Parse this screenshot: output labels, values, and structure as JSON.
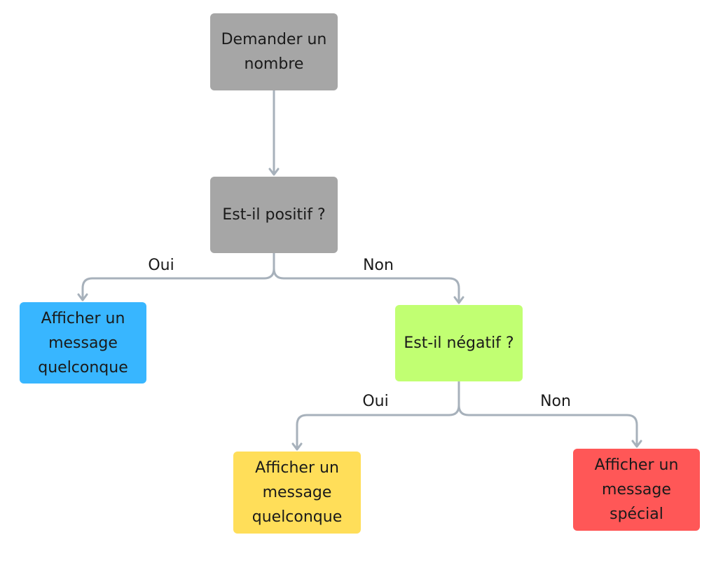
{
  "colors": {
    "connector": "#a7b1bb",
    "gray_node": "#a6a6a6",
    "blue_node": "#38b6ff",
    "green_node": "#c1ff72",
    "yellow_node": "#ffde59",
    "red_node": "#ff5757",
    "text": "#1a1a1a"
  },
  "nodes": {
    "ask_number": {
      "label": "Demander un\nnombre",
      "color": "#a6a6a6"
    },
    "is_positive": {
      "label": "Est-il positif ?",
      "color": "#a6a6a6"
    },
    "message_any_1": {
      "label": "Afficher un\nmessage\nquelconque",
      "color": "#38b6ff"
    },
    "is_negative": {
      "label": "Est-il négatif ?",
      "color": "#c1ff72"
    },
    "message_any_2": {
      "label": "Afficher un\nmessage\nquelconque",
      "color": "#ffde59"
    },
    "message_special": {
      "label": "Afficher un\nmessage\nspécial",
      "color": "#ff5757"
    }
  },
  "edges": {
    "positive_yes": {
      "label": "Oui"
    },
    "positive_no": {
      "label": "Non"
    },
    "negative_yes": {
      "label": "Oui"
    },
    "negative_no": {
      "label": "Non"
    }
  }
}
